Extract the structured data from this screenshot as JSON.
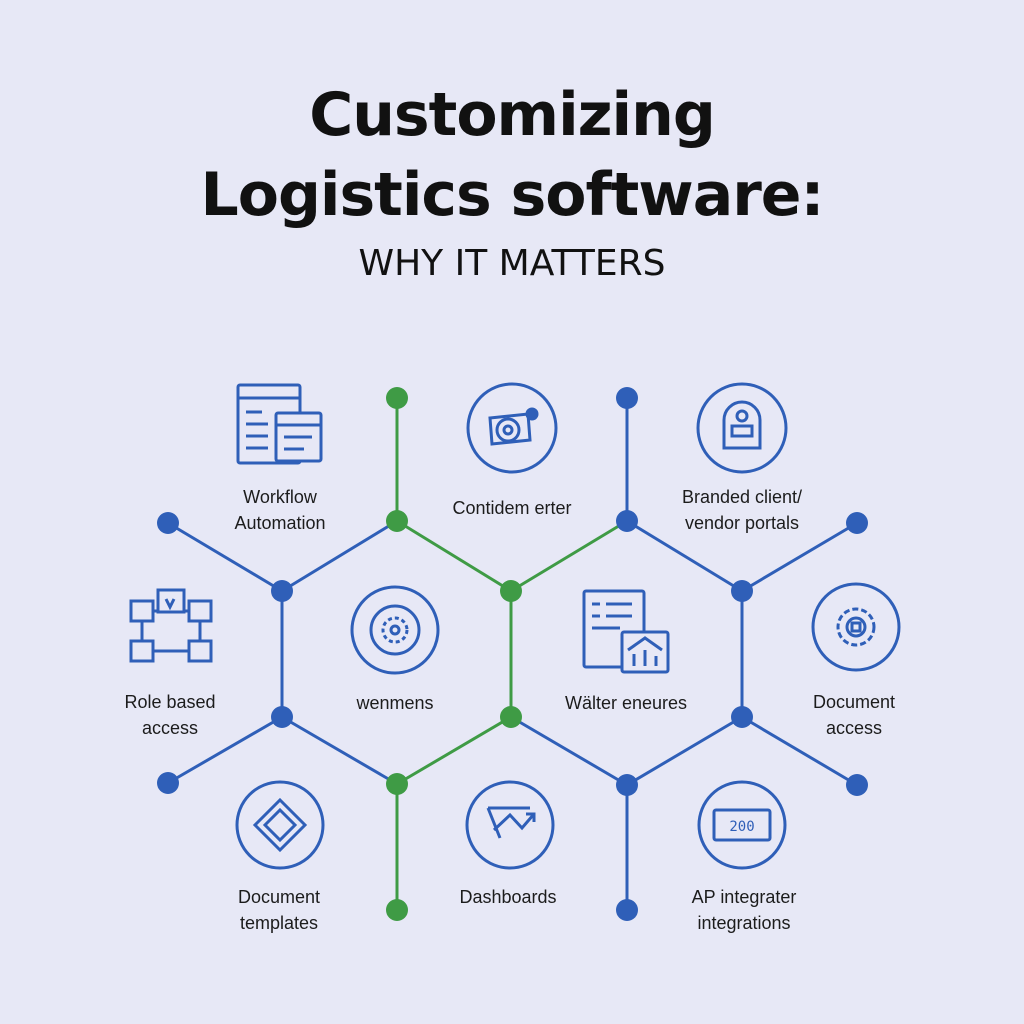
{
  "title": {
    "line1": "Customizing",
    "line2": "Logistics software:",
    "subtitle": "WHY IT MATTERS"
  },
  "colors": {
    "background": "#e7e8f6",
    "blue": "#2f5fb8",
    "green": "#3f9b45",
    "text": "#111111"
  },
  "features": [
    {
      "id": "workflow",
      "label_lines": [
        "Workflow",
        "Automation"
      ],
      "icon": "workflow-window-icon"
    },
    {
      "id": "contiduem",
      "label_lines": [
        "Contidem erter"
      ],
      "icon": "gear-arrows-icon"
    },
    {
      "id": "branded",
      "label_lines": [
        "Branded client/",
        "vendor portals"
      ],
      "icon": "user-badge-icon"
    },
    {
      "id": "role",
      "label_lines": [
        "Role based",
        "access"
      ],
      "icon": "role-network-icon"
    },
    {
      "id": "wenmens",
      "label_lines": [
        "wenmens"
      ],
      "icon": "gear-circle-icon"
    },
    {
      "id": "walter",
      "label_lines": [
        "Wälter eneures"
      ],
      "icon": "report-chart-icon"
    },
    {
      "id": "docaccess",
      "label_lines": [
        "Document",
        "access"
      ],
      "icon": "cog-shield-icon"
    },
    {
      "id": "templates",
      "label_lines": [
        "Document",
        "templates"
      ],
      "icon": "diamond-icon"
    },
    {
      "id": "dashboards",
      "label_lines": [
        "Dashboards"
      ],
      "icon": "trend-arrow-icon"
    },
    {
      "id": "api",
      "label_lines": [
        "AP integrater",
        "integrations"
      ],
      "icon": "code-badge-icon"
    }
  ],
  "icon_texts": {
    "api_badge": "200"
  }
}
